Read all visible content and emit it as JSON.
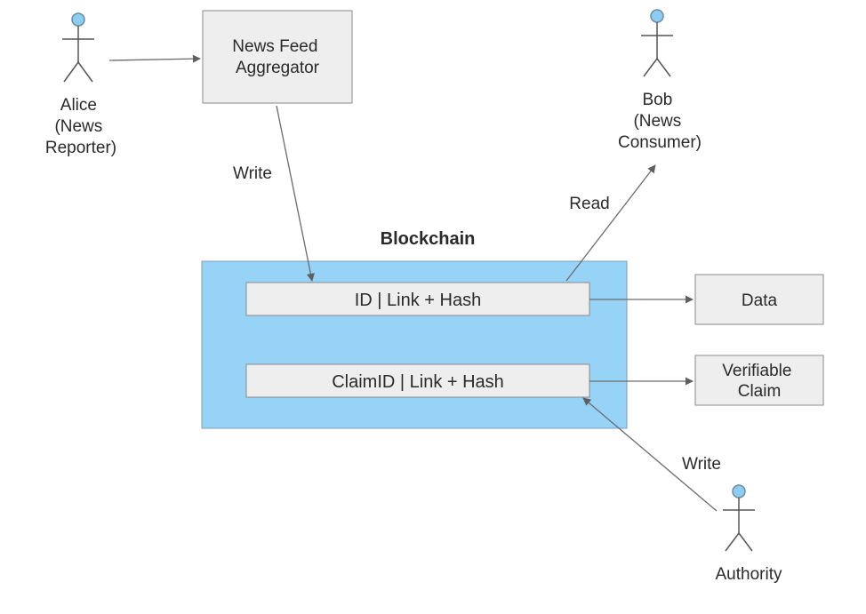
{
  "diagram": {
    "actors": {
      "alice": [
        "Alice",
        "(News",
        "Reporter)"
      ],
      "bob": [
        "Bob",
        "(News",
        "Consumer)"
      ],
      "authority": [
        "Authority"
      ]
    },
    "boxes": {
      "aggregator": [
        "News Feed",
        "Aggregator"
      ],
      "blockchain_title": "Blockchain",
      "row_id": "ID | Link + Hash",
      "row_claim": "ClaimID | Link + Hash",
      "data": [
        "Data"
      ],
      "claim": [
        "Verifiable",
        "Claim"
      ]
    },
    "edge_labels": {
      "write_aggregator": "Write",
      "read_bob": "Read",
      "write_authority": "Write"
    },
    "colors": {
      "actor_head": "#8ecdf0",
      "box_fill": "#eeeeee",
      "box_stroke": "#8a8a8a",
      "blockchain_fill": "#96d3f7",
      "arrow": "#6b6b6b"
    }
  }
}
